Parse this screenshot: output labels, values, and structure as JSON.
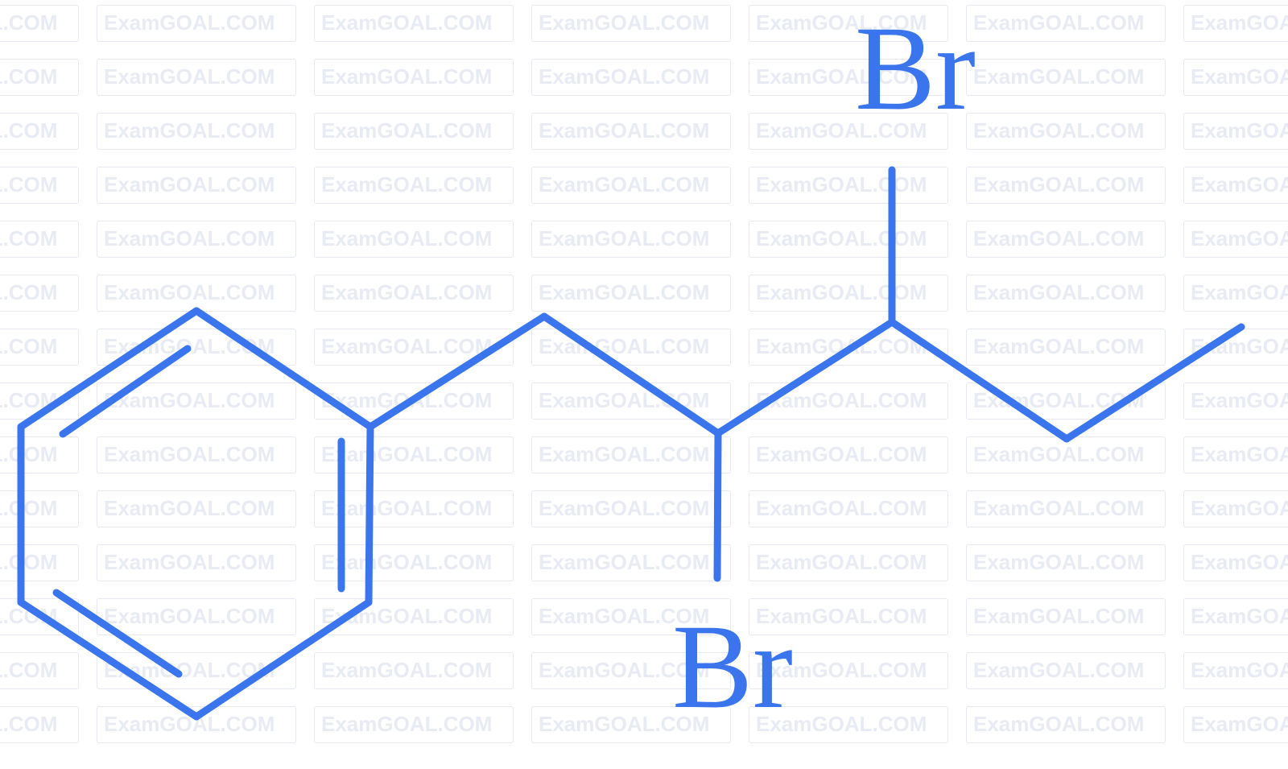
{
  "watermark": {
    "text": "ExamGOAL.COM"
  },
  "molecule": {
    "bond_color": "#3a75ed",
    "label_color": "#3a75ed",
    "atoms": {
      "br_top": "Br",
      "br_bottom": "Br"
    }
  }
}
